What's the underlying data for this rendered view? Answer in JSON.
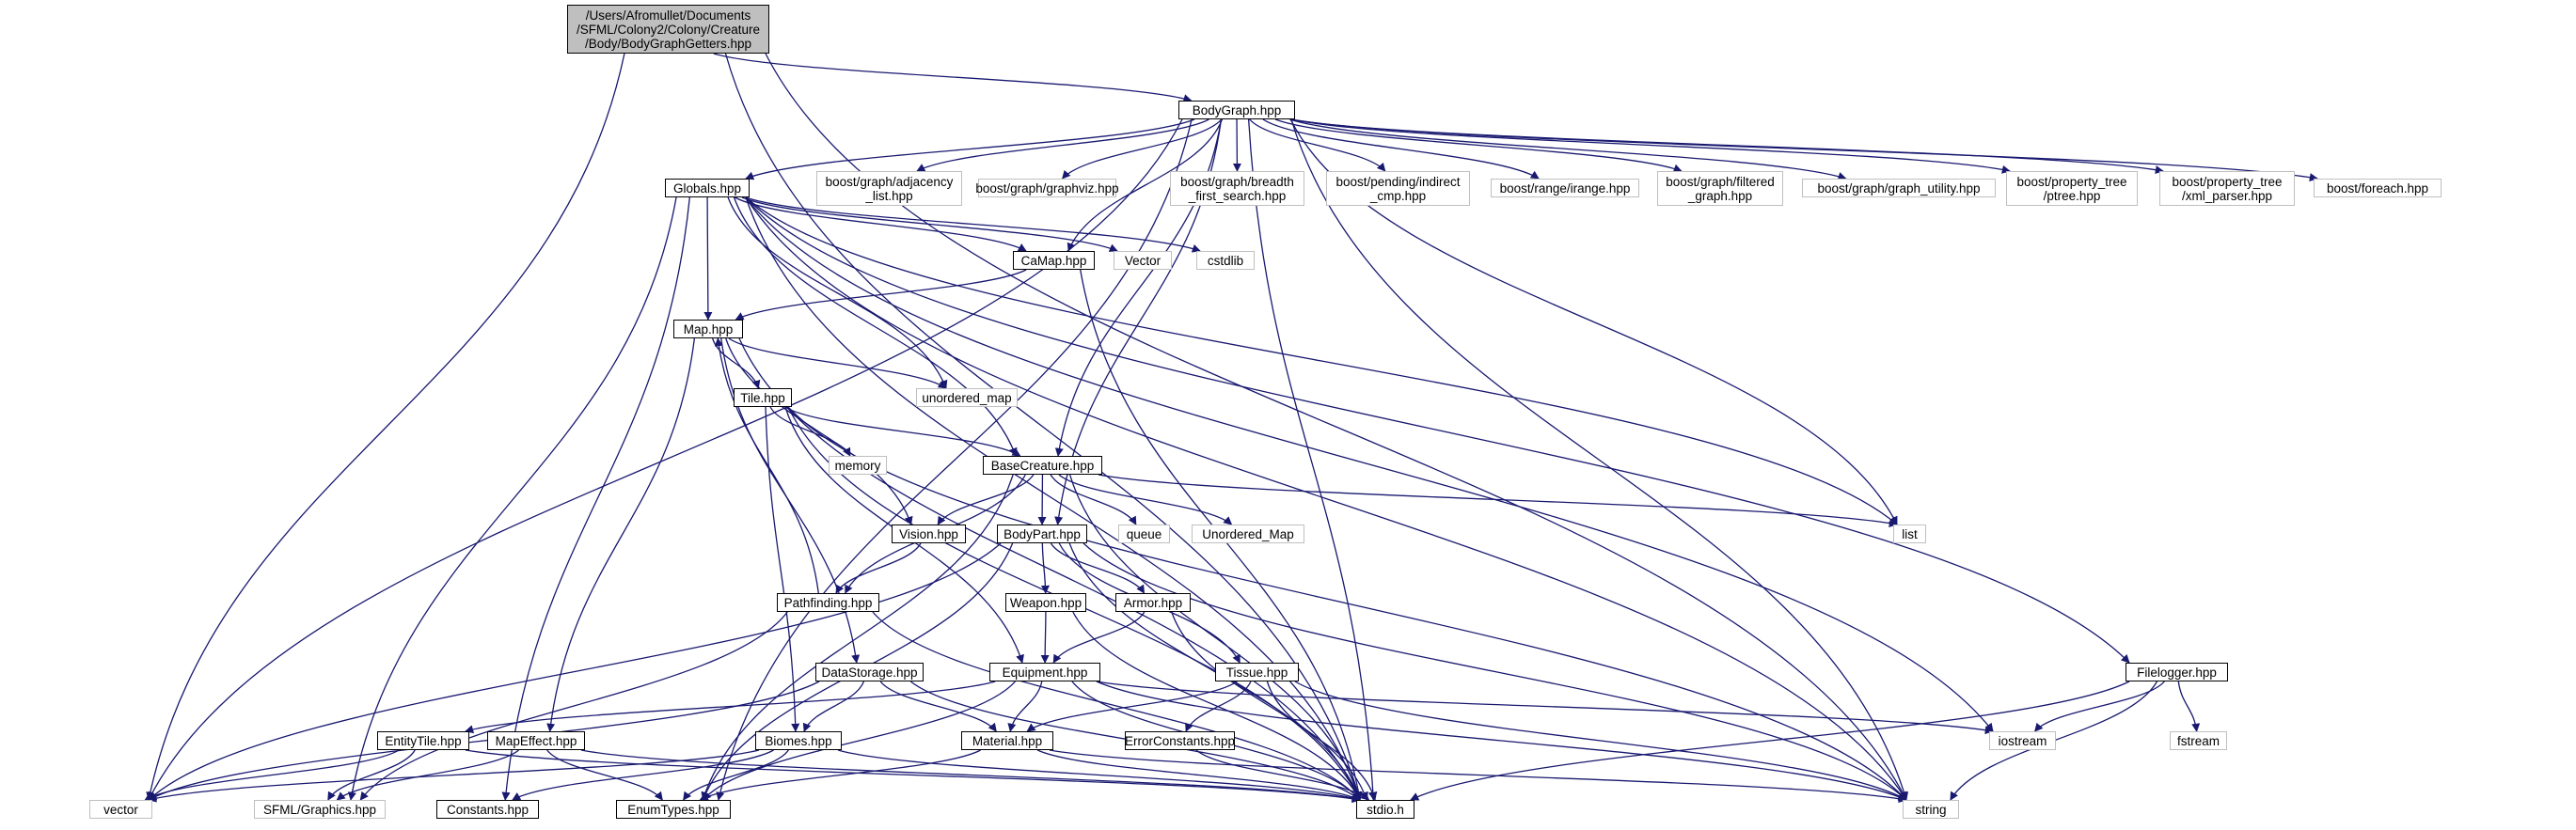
{
  "graph_title": "",
  "colors": {
    "edge": "#191970",
    "root_fill": "#bfbfbf",
    "external_border": "#bfbfbf",
    "local_border": "#000000"
  },
  "nodes": {
    "root": "/Users/Afromullet/Documents\n/SFML/Colony2/Colony/Creature\n/Body/BodyGraphGetters.hpp",
    "bodygraph": "BodyGraph.hpp",
    "globals": "Globals.hpp",
    "adjacency": "boost/graph/adjacency\n_list.hpp",
    "graphviz": "boost/graph/graphviz.hpp",
    "breadth": "boost/graph/breadth\n_first_search.hpp",
    "indirect": "boost/pending/indirect\n_cmp.hpp",
    "irange": "boost/range/irange.hpp",
    "filtered": "boost/graph/filtered\n_graph.hpp",
    "graphutil": "boost/graph/graph_utility.hpp",
    "ptree": "boost/property_tree\n/ptree.hpp",
    "xmlparser": "boost/property_tree\n/xml_parser.hpp",
    "foreach": "boost/foreach.hpp",
    "camap": "CaMap.hpp",
    "vectorcap": "Vector",
    "cstdlib": "cstdlib",
    "map": "Map.hpp",
    "unordered_map": "unordered_map",
    "tile": "Tile.hpp",
    "memory": "memory",
    "basecreature": "BaseCreature.hpp",
    "queue": "queue",
    "unordered_map_cap": "Unordered_Map",
    "list": "list",
    "vision": "Vision.hpp",
    "bodypart": "BodyPart.hpp",
    "pathfinding": "Pathfinding.hpp",
    "weapon": "Weapon.hpp",
    "armor": "Armor.hpp",
    "equipment": "Equipment.hpp",
    "tissue": "Tissue.hpp",
    "datastorage": "DataStorage.hpp",
    "filelogger": "Filelogger.hpp",
    "entitytile": "EntityTile.hpp",
    "mapeffect": "MapEffect.hpp",
    "biomes": "Biomes.hpp",
    "material": "Material.hpp",
    "errorconstants": "ErrorConstants.hpp",
    "iostream": "iostream",
    "fstream": "fstream",
    "vector": "vector",
    "sfml": "SFML/Graphics.hpp",
    "constants": "Constants.hpp",
    "enumtypes": "EnumTypes.hpp",
    "stdio": "stdio.h",
    "string": "string"
  }
}
